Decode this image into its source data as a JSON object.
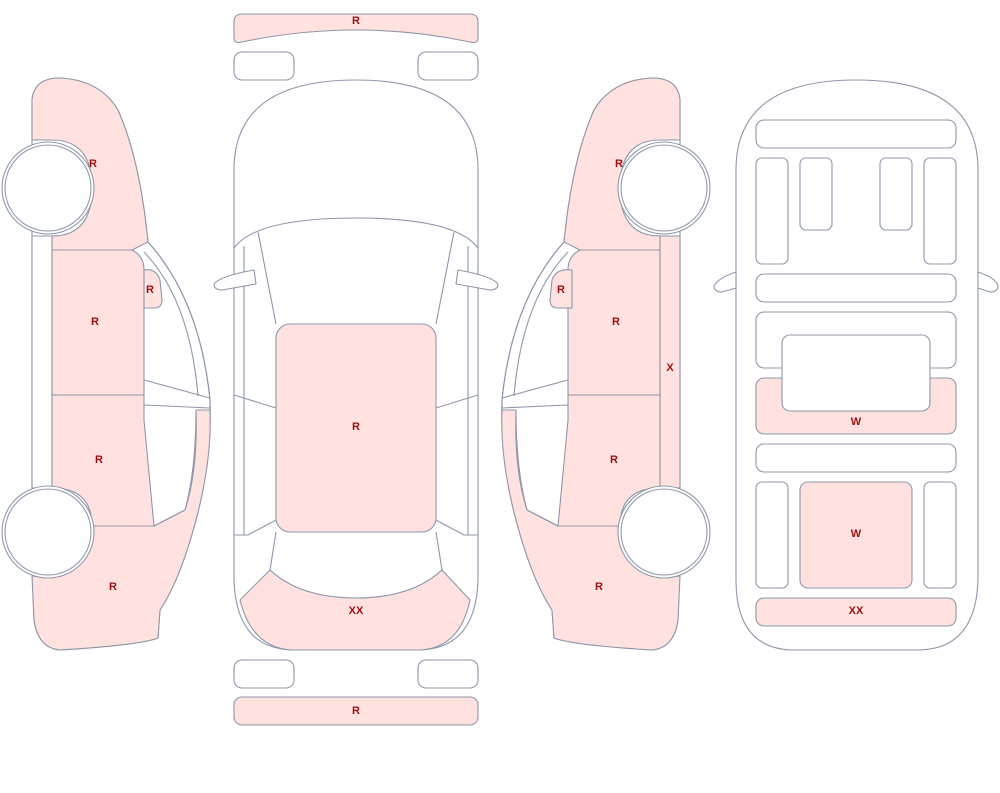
{
  "colors": {
    "outline": "#8e97aa",
    "damage_fill": "#ffe2df",
    "label_text": "#9a1010",
    "background": "#ffffff"
  },
  "codes": {
    "front_bumper": "R",
    "hood": "XX",
    "roof": "R",
    "rear_bumper": "R",
    "left_rear_quarter": "R",
    "left_rear_door": "R",
    "left_front_door": "R",
    "left_mirror": "R",
    "left_front_fender": "R",
    "right_front_fender": "R",
    "right_mirror": "R",
    "right_front_door": "R",
    "right_rear_door": "R",
    "right_rocker": "X",
    "right_rear_quarter": "R",
    "interior_row1": "W",
    "interior_row2": "W",
    "interior_cargo": "XX"
  }
}
